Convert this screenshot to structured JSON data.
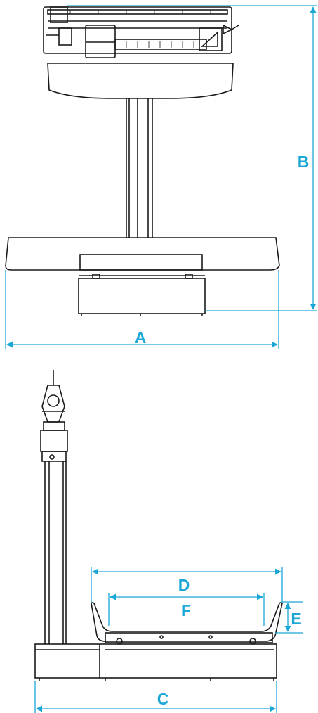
{
  "diagram": {
    "accent_color": "#1aa7d6",
    "line_color": "#1a1a1a",
    "labels": {
      "A": "A",
      "B": "B",
      "C": "C",
      "D": "D",
      "E": "E",
      "F": "F"
    }
  }
}
